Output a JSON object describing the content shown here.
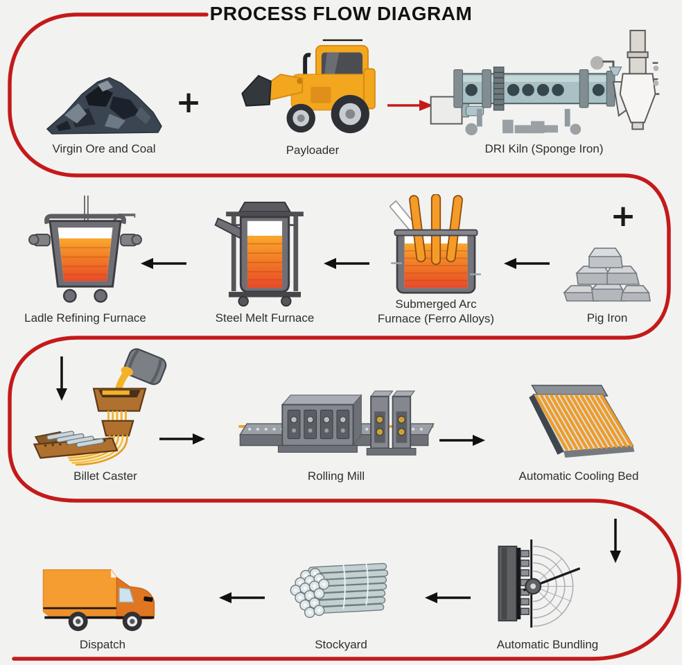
{
  "title": "PROCESS FLOW DIAGRAM",
  "colors": {
    "flow_line": "#c41a1a",
    "background": "#f2f2f1",
    "arrow_black": "#111111"
  },
  "row1": {
    "virgin_ore": "Virgin Ore and Coal",
    "plus": "+",
    "payloader": "Payloader",
    "dri_kiln": "DRI Kiln (Sponge Iron)"
  },
  "row2": {
    "ladle_refining_furnace": "Ladle Refining Furnace",
    "steel_melt_furnace": "Steel Melt Furnace",
    "submerged_arc_furnace_line1": "Submerged Arc",
    "submerged_arc_furnace_line2": "Furnace (Ferro Alloys)",
    "plus": "+",
    "pig_iron": "Pig Iron"
  },
  "row3": {
    "billet_caster": "Billet Caster",
    "rolling_mill": "Rolling Mill",
    "automatic_cooling_bed": "Automatic Cooling Bed"
  },
  "row4": {
    "automatic_bundling": "Automatic Bundling",
    "stockyard": "Stockyard",
    "dispatch": "Dispatch"
  }
}
